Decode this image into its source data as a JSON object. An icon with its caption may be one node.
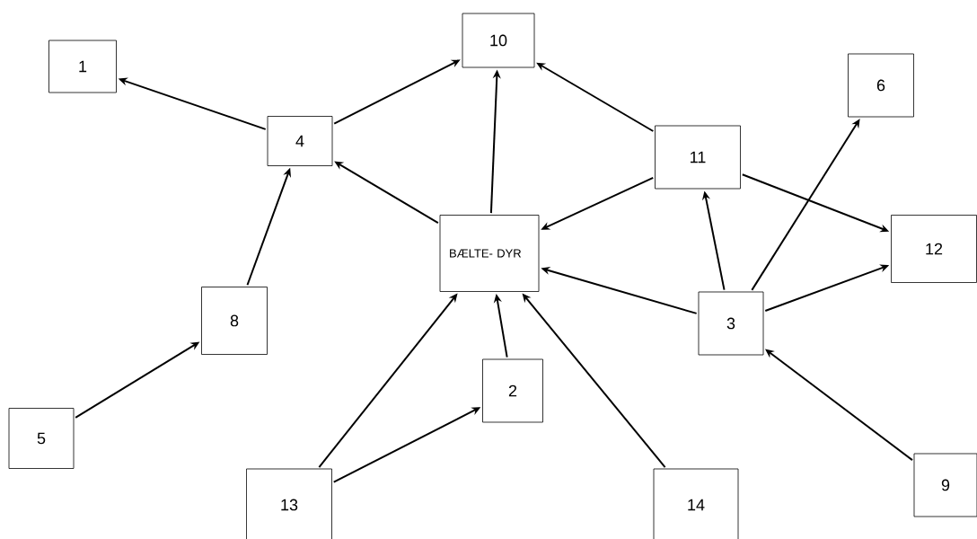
{
  "diagram": {
    "nodes": [
      {
        "text": [
          "10"
        ]
      },
      {
        "text": [
          "1"
        ]
      },
      {
        "text": [
          "6"
        ]
      },
      {
        "text": [
          "4"
        ]
      },
      {
        "text": [
          "11"
        ]
      },
      {
        "text": [
          "BÆLTE- DYR"
        ]
      },
      {
        "text": [
          "12"
        ]
      },
      {
        "text": [
          "8"
        ]
      },
      {
        "text": [
          "3"
        ]
      },
      {
        "text": [
          "2"
        ]
      },
      {
        "text": [
          "5"
        ]
      },
      {
        "text": [
          "9"
        ]
      },
      {
        "text": [
          "13"
        ]
      },
      {
        "text": [
          "14"
        ]
      }
    ],
    "edges": [
      {
        "from": 3,
        "to": 1,
        "arrow": "to"
      },
      {
        "from": 3,
        "to": 0,
        "arrow": "to"
      },
      {
        "from": 5,
        "to": 0,
        "arrow": "to"
      },
      {
        "from": 4,
        "to": 0,
        "arrow": "to"
      },
      {
        "from": 5,
        "to": 3,
        "arrow": "to"
      },
      {
        "from": 7,
        "to": 3,
        "arrow": "to"
      },
      {
        "from": 4,
        "to": 5,
        "arrow": "to"
      },
      {
        "from": 4,
        "to": 6,
        "arrow": "to"
      },
      {
        "from": 8,
        "to": 4,
        "arrow": "to"
      },
      {
        "from": 8,
        "to": 2,
        "arrow": "to"
      },
      {
        "from": 8,
        "to": 6,
        "arrow": "to"
      },
      {
        "from": 8,
        "to": 5,
        "arrow": "to"
      },
      {
        "from": 10,
        "to": 7,
        "arrow": "to"
      },
      {
        "from": 12,
        "to": 5,
        "arrow": "to"
      },
      {
        "from": 12,
        "to": 9,
        "arrow": "to"
      },
      {
        "from": 9,
        "to": 5,
        "arrow": "to"
      },
      {
        "from": 13,
        "to": 5,
        "arrow": "to"
      },
      {
        "from": 11,
        "to": 8,
        "arrow": "to"
      }
    ]
  }
}
